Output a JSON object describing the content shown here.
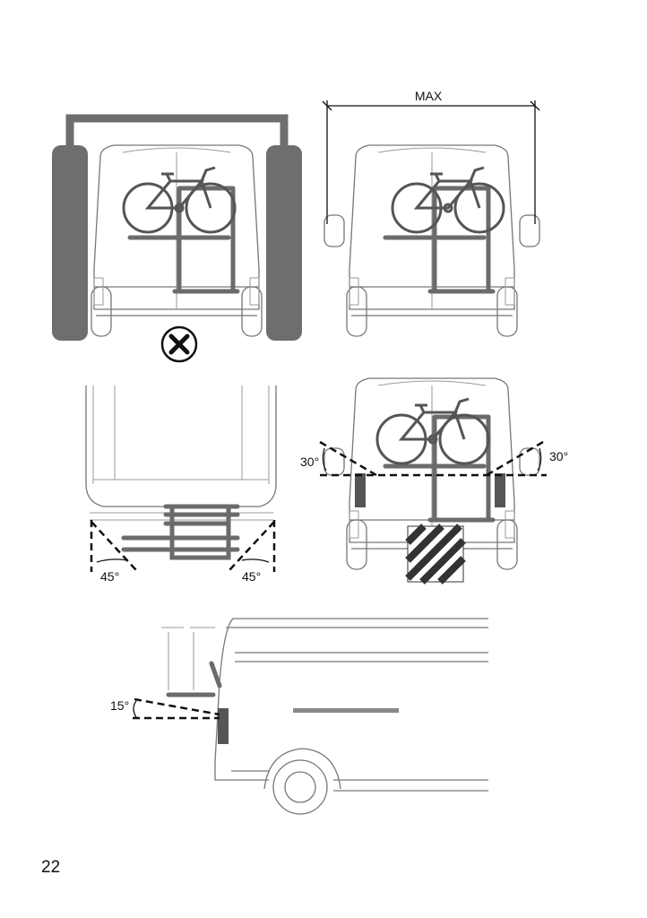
{
  "diagrams": {
    "max_width": {
      "label": "MAX"
    },
    "mirror_angle": {
      "left_label": "30°",
      "right_label": "30°"
    },
    "top_view": {
      "left_label": "45°",
      "right_label": "45°"
    },
    "side_view": {
      "label": "15°"
    }
  },
  "page_number": "22",
  "colors": {
    "rack": "#6b6b6b",
    "outline": "#777777",
    "marker": "#111111"
  }
}
